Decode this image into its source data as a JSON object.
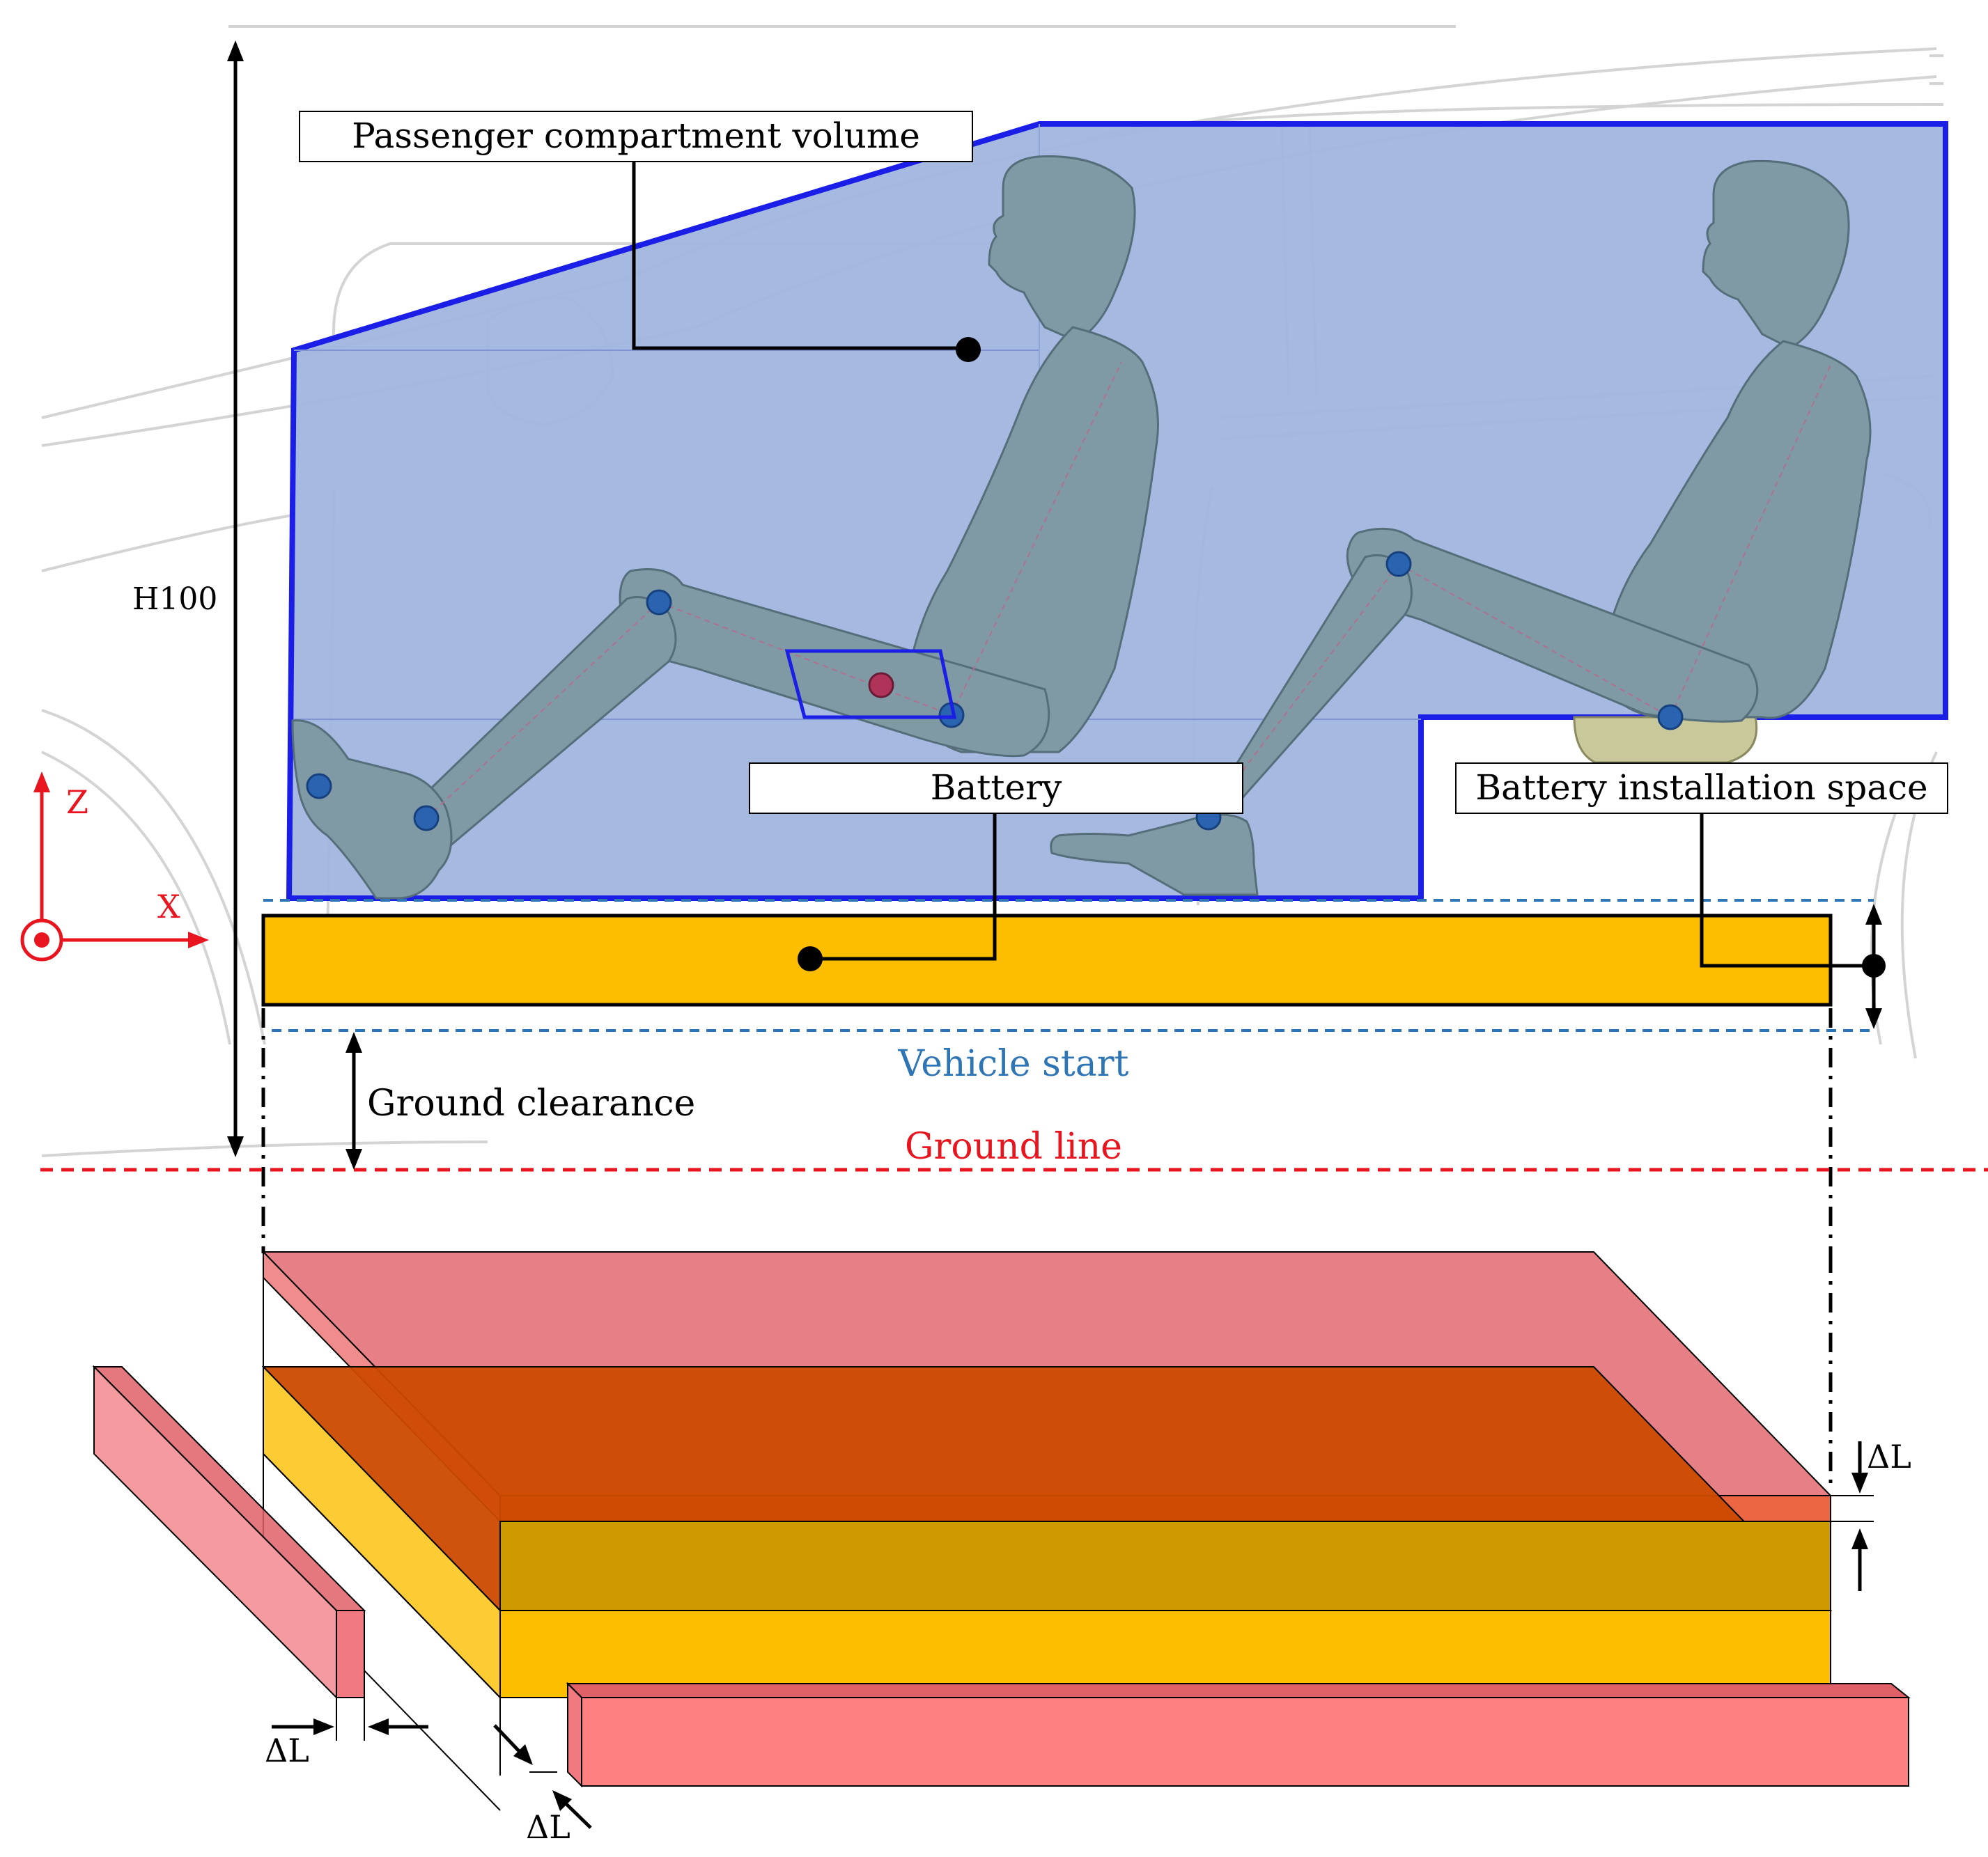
{
  "labels": {
    "passenger_compartment": "Passenger compartment volume",
    "battery": "Battery",
    "battery_space": "Battery installation space",
    "h100": "H100",
    "vehicle_start": "Vehicle start",
    "ground_clearance": "Ground clearance",
    "ground_line": "Ground line",
    "axis_z": "Z",
    "axis_x": "X",
    "delta_l": "ΔL"
  },
  "colors": {
    "compartment_fill": "#a0b5df",
    "compartment_stroke": "#1a1ee6",
    "battery_fill": "#fdbe00",
    "battery_dark": "#cd9a00",
    "expansion_red": "#f08080",
    "expansion_dark": "#cc4a00",
    "ground_line": "#e8141e",
    "vehicle_start": "#2e75b6",
    "mannequin": "#7f9aa4",
    "joint": "#2a63b0"
  },
  "icons": [
    "coordinate-axes-icon",
    "dimension-arrow-icon"
  ]
}
